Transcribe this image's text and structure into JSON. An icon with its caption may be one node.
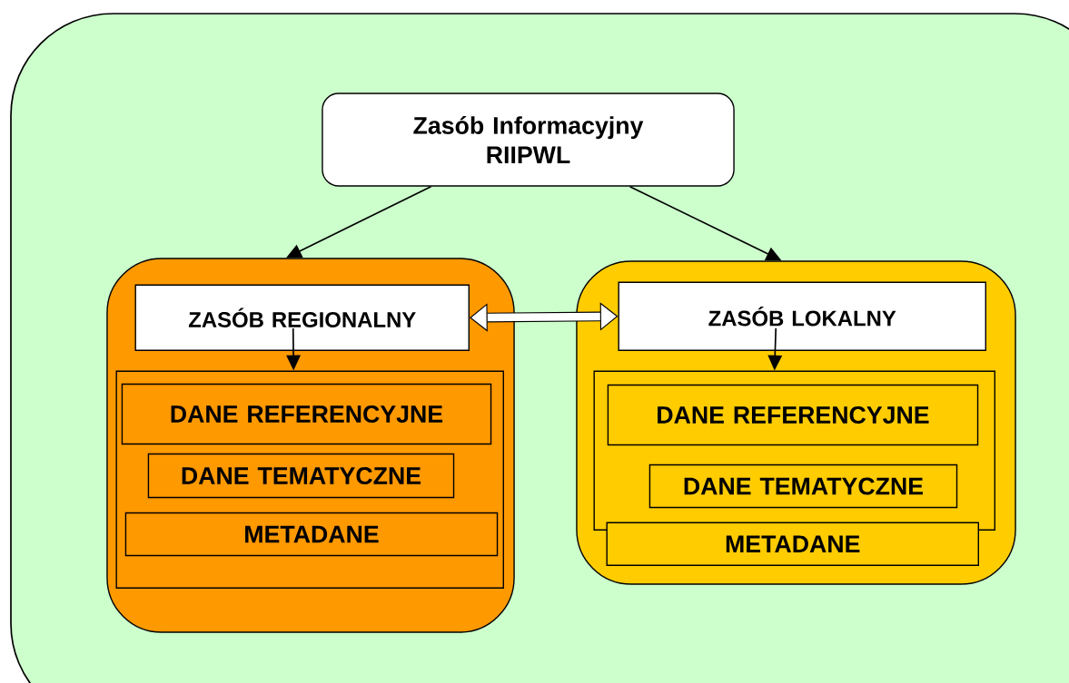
{
  "diagram": {
    "nodes": [
      {
        "text": [
          "Zasób Informacyjny RIIPWL"
        ]
      },
      {
        "text": [],
        "shape": "box"
      },
      {
        "text": [
          "ZASÓB REGIONALNY"
        ],
        "in": 1
      },
      {
        "text": [],
        "shape": "box",
        "in": 1
      },
      {
        "text": [
          "DANE REFERENCYJNE"
        ],
        "in": 3
      },
      {
        "text": [
          "DANE TEMATYCZNE"
        ],
        "in": 3
      },
      {
        "text": [
          "METADANE"
        ],
        "in": 3
      },
      {
        "text": [],
        "shape": "box"
      },
      {
        "text": [
          "ZASÓB LOKALNY"
        ],
        "in": 7
      },
      {
        "text": [],
        "shape": "box",
        "in": 7
      },
      {
        "text": [
          "DANE REFERENCYJNE"
        ],
        "in": 9
      },
      {
        "text": [
          "DANE TEMATYCZNE"
        ],
        "in": 9
      },
      {
        "text": [
          "METADANE"
        ],
        "in": 7
      }
    ],
    "edges": [
      {
        "from": 0,
        "to": 1,
        "arrow": "to"
      },
      {
        "from": 0,
        "to": 7,
        "arrow": "to"
      },
      {
        "from": 2,
        "to": 8,
        "arrow": "both",
        "style": "thick"
      },
      {
        "from": 2,
        "to": 3,
        "arrow": "to"
      },
      {
        "from": 8,
        "to": 9,
        "arrow": "to"
      }
    ]
  }
}
